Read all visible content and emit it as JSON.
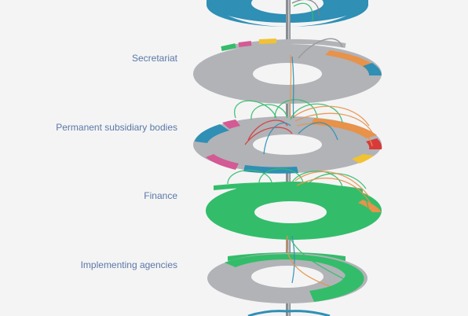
{
  "diagram": {
    "levels": [
      {
        "id": "top-ring",
        "label": ""
      },
      {
        "id": "secretariat",
        "label": "Secretariat"
      },
      {
        "id": "permanent-subsidiary-bodies",
        "label": "Permanent subsidiary bodies"
      },
      {
        "id": "finance",
        "label": "Finance"
      },
      {
        "id": "implementing-agencies",
        "label": "Implementing agencies"
      }
    ],
    "colors": {
      "background": "#f4f4f5",
      "grey": "#b1b3b7",
      "blue": "#2f8fb5",
      "orange": "#e8924a",
      "green": "#33bd6a",
      "yellow": "#f1c232",
      "red": "#d83a3a",
      "pink": "#d35a94",
      "spine": "#7a7e83",
      "label": "#5b78a6"
    }
  }
}
